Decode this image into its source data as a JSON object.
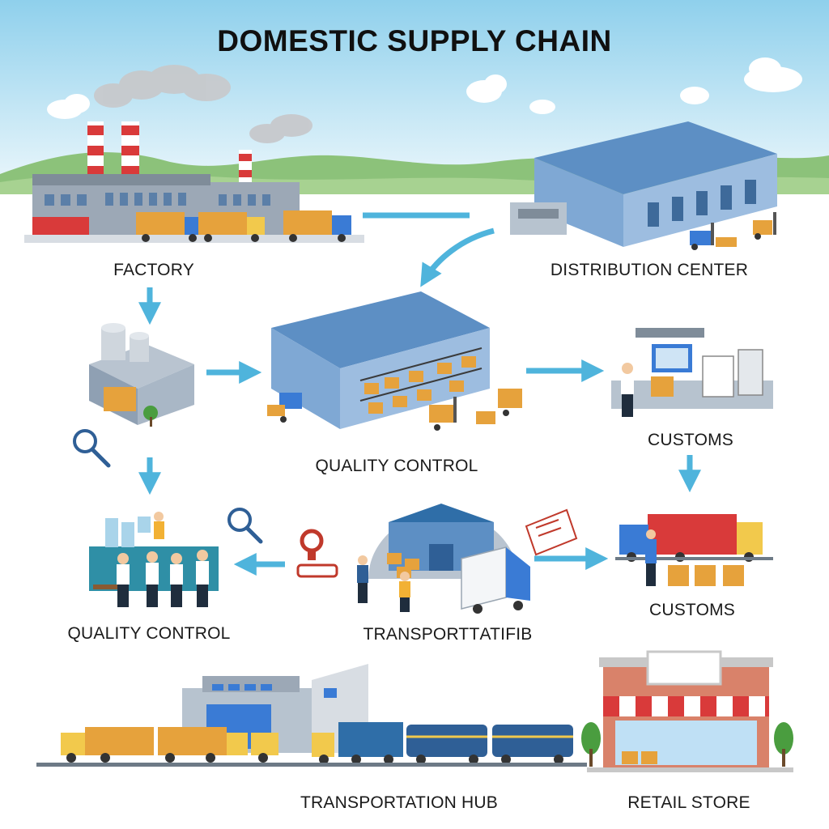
{
  "title": "DOMESTIC SUPPLY CHAIN",
  "nodes": {
    "factory": "FACTORY",
    "distribution_center": "DISTRIBUTION CENTER",
    "quality_control_warehouse": "QUALITY CONTROL",
    "customs_office": "CUSTOMS",
    "quality_control_workers": "QUALITY CONTROL",
    "transportation": "TRANSPORTТATIFIB",
    "customs_loading": "CUSTOMS",
    "transportation_hub": "TRANSPORTATION HUB",
    "retail_store": "RETAIL STORE"
  },
  "colors": {
    "sky_top": "#8fd0ec",
    "sky_bottom": "#e8f5fb",
    "hills": "#8cc27a",
    "arrow": "#4fb4dc",
    "warehouse_roof": "#5d8fc4",
    "warehouse_wall": "#9dbde0",
    "truck_cargo": "#e6a23c",
    "truck_cab": "#3a7bd5",
    "store_awning": "#d93a3a",
    "store_brick": "#d9826a"
  },
  "icons": [
    "factory-icon",
    "warehouse-icon",
    "forklift-icon",
    "magnifier-icon",
    "stamp-icon",
    "document-icon",
    "truck-icon",
    "train-icon",
    "cloud-icon",
    "tree-icon"
  ]
}
